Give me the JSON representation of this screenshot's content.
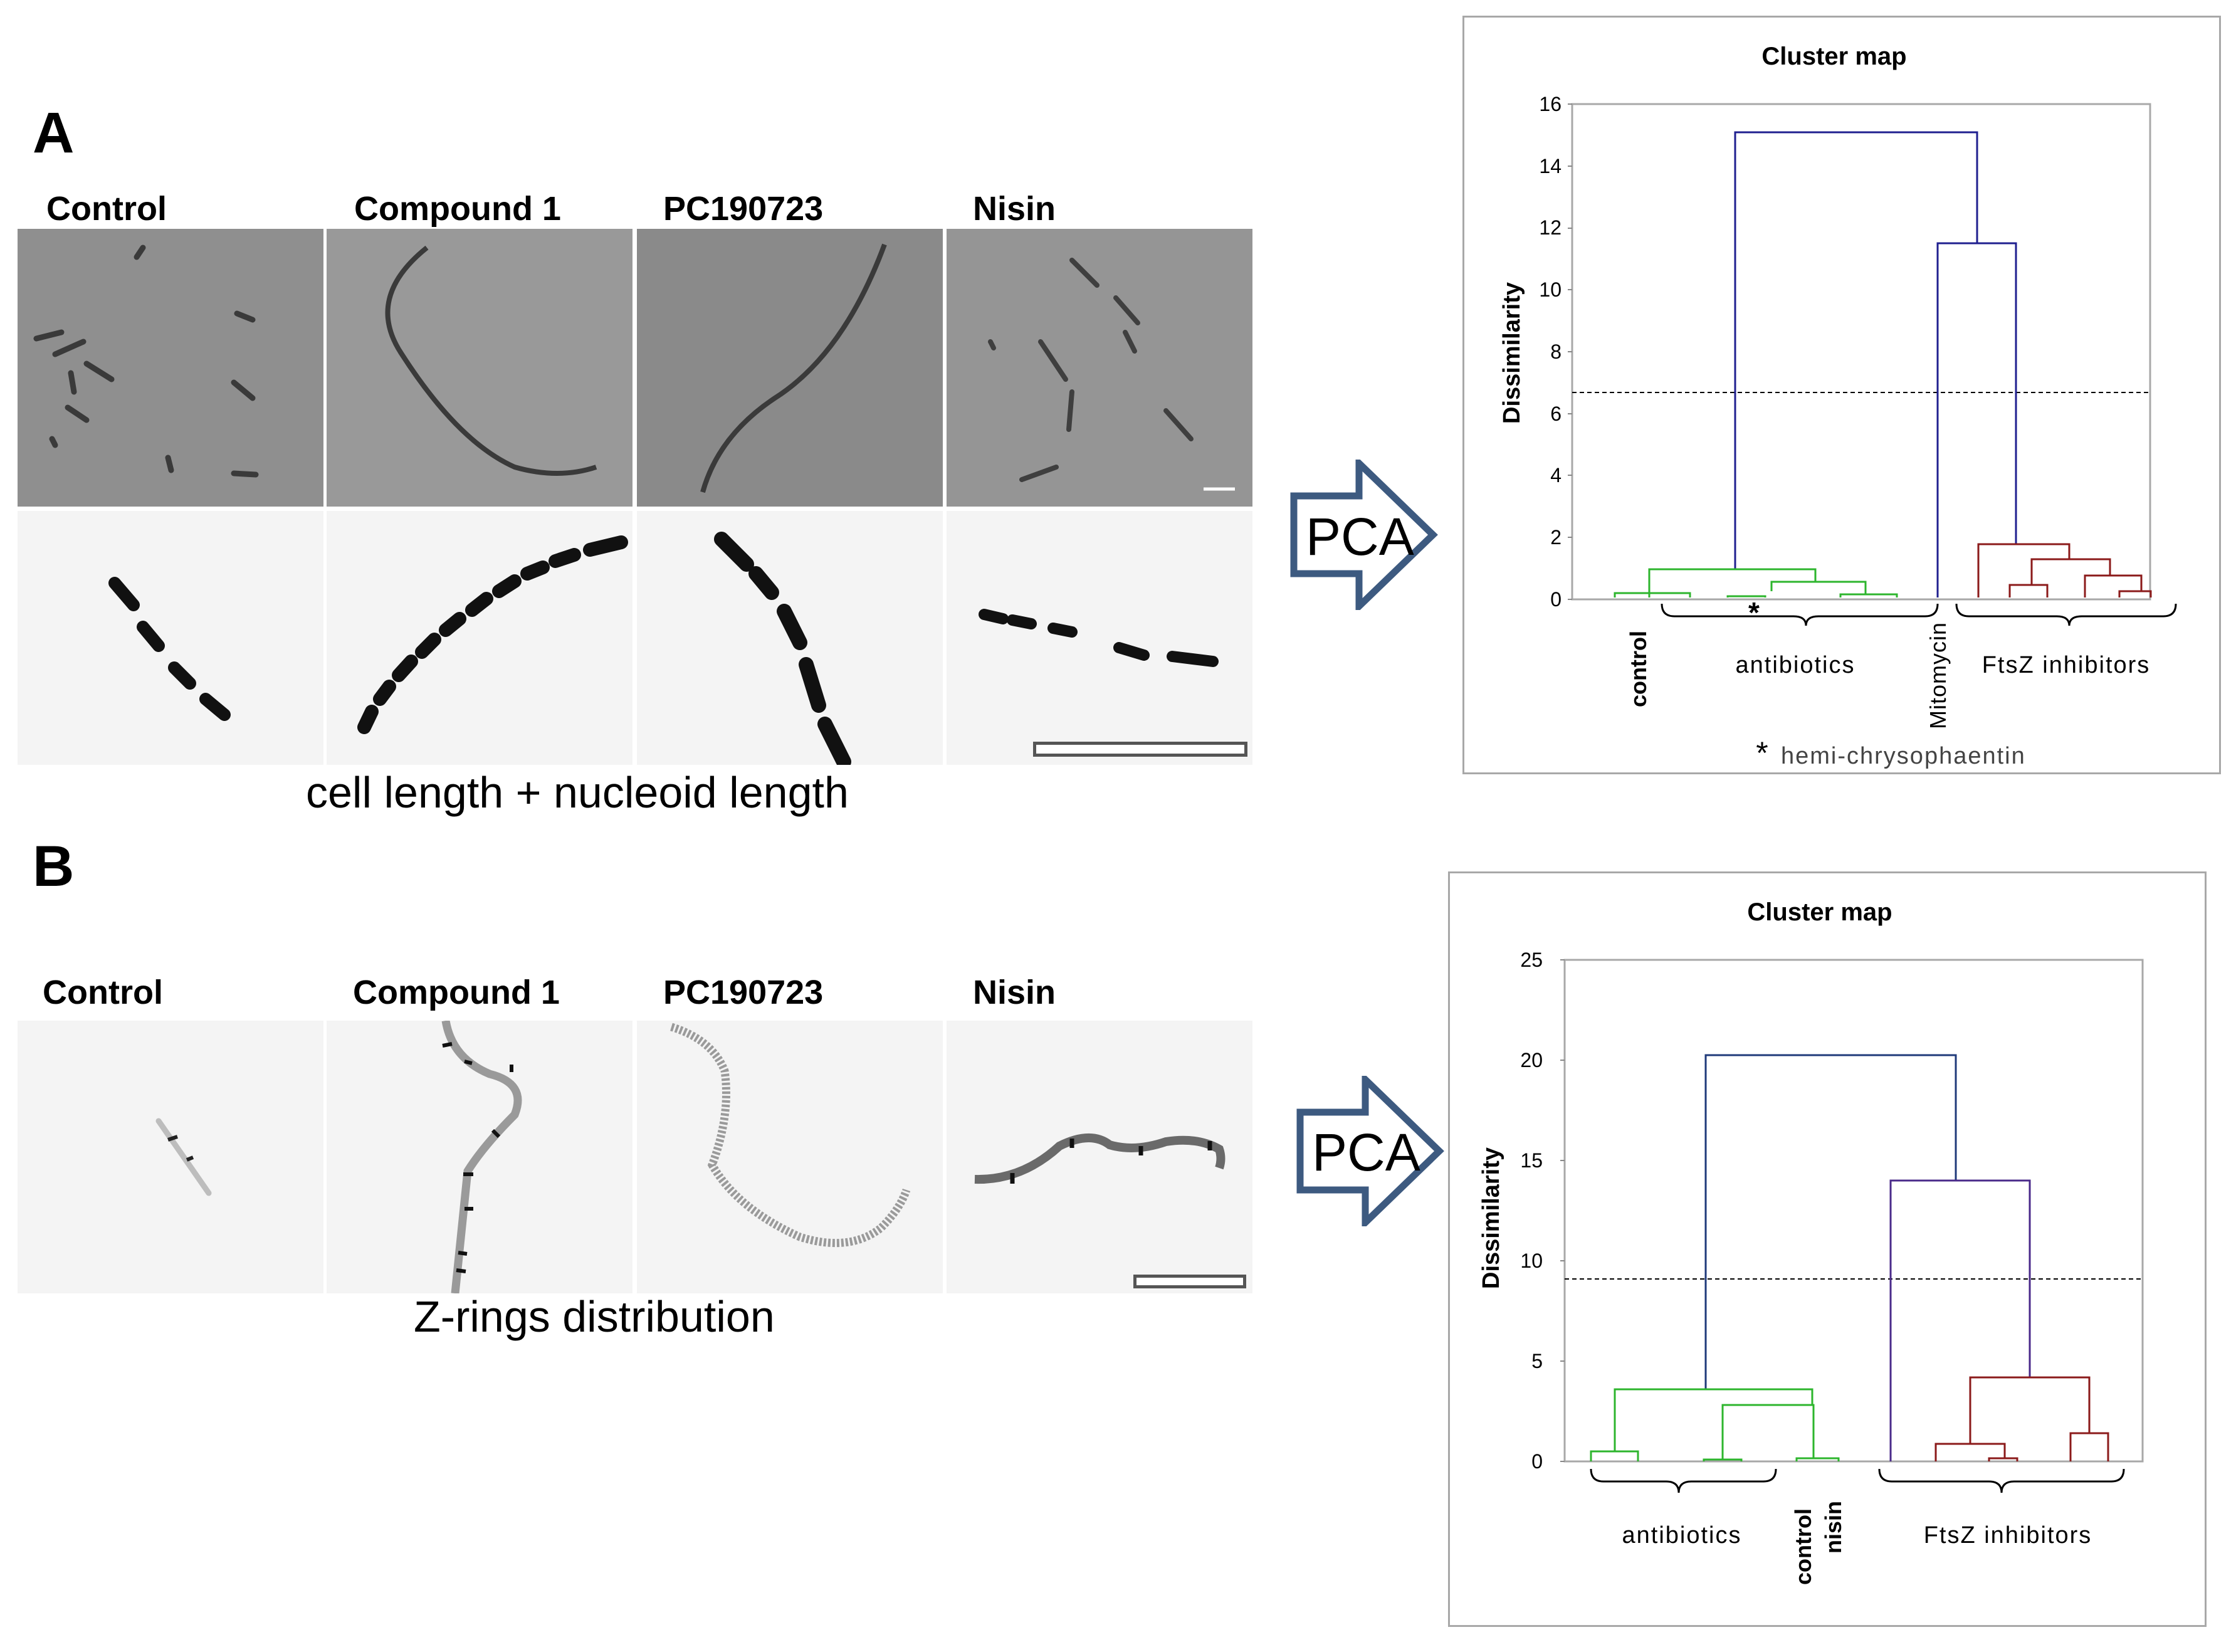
{
  "panelA": {
    "letter": "A",
    "columns": [
      "Control",
      "Compound 1",
      "PC190723",
      "Nisin"
    ],
    "caption": "cell length + nucleoid length",
    "arrow_label": "PCA",
    "cluster": {
      "title": "Cluster map",
      "ylabel": "Dissimilarity",
      "yticks": [
        "16",
        "14",
        "12",
        "10",
        "8",
        "6",
        "4",
        "2",
        "0"
      ],
      "group_labels": {
        "control": "control",
        "antibiotics": "antibiotics",
        "mitomycin": "Mitomycin",
        "ftsz": "FtsZ inhibitors"
      },
      "asterisk": "*",
      "footnote": "hemi-chrysophaentin"
    }
  },
  "panelB": {
    "letter": "B",
    "columns": [
      "Control",
      "Compound 1",
      "PC190723",
      "Nisin"
    ],
    "caption": "Z-rings distribution",
    "arrow_label": "PCA",
    "cluster": {
      "title": "Cluster map",
      "ylabel": "Dissimilarity",
      "yticks": [
        "25",
        "20",
        "15",
        "10",
        "5",
        "0"
      ],
      "group_labels": {
        "antibiotics": "antibiotics",
        "control": "control",
        "nisin": "nisin",
        "ftsz": "FtsZ inhibitors"
      }
    }
  },
  "chart_data": [
    {
      "type": "dendrogram",
      "title": "Cluster map",
      "ylabel": "Dissimilarity",
      "ylim": [
        0,
        16
      ],
      "cutoff": 6.7,
      "merges": [
        {
          "height": 15.0,
          "color": "#1f1f8f"
        },
        {
          "height": 11.5,
          "color": "#1f1f8f"
        },
        {
          "height": 1.0,
          "color": "#2db52d"
        },
        {
          "height": 0.55,
          "color": "#2db52d"
        },
        {
          "height": 1.8,
          "color": "#8b1a1a"
        },
        {
          "height": 1.3,
          "color": "#8b1a1a"
        },
        {
          "height": 0.4,
          "color": "#8b1a1a"
        },
        {
          "height": 0.25,
          "color": "#8b1a1a"
        }
      ]
    },
    {
      "type": "dendrogram",
      "title": "Cluster map",
      "ylabel": "Dissimilarity",
      "ylim": [
        0,
        25
      ],
      "cutoff": 9.1,
      "merges": [
        {
          "height": 20.3,
          "color": "#1f3a7a"
        },
        {
          "height": 14.0,
          "color": "#4a2a8a"
        },
        {
          "height": 3.6,
          "color": "#2db52d"
        },
        {
          "height": 2.8,
          "color": "#2db52d"
        },
        {
          "height": 4.2,
          "color": "#8b1a1a"
        },
        {
          "height": 1.4,
          "color": "#8b1a1a"
        },
        {
          "height": 0.9,
          "color": "#8b1a1a"
        }
      ]
    }
  ]
}
